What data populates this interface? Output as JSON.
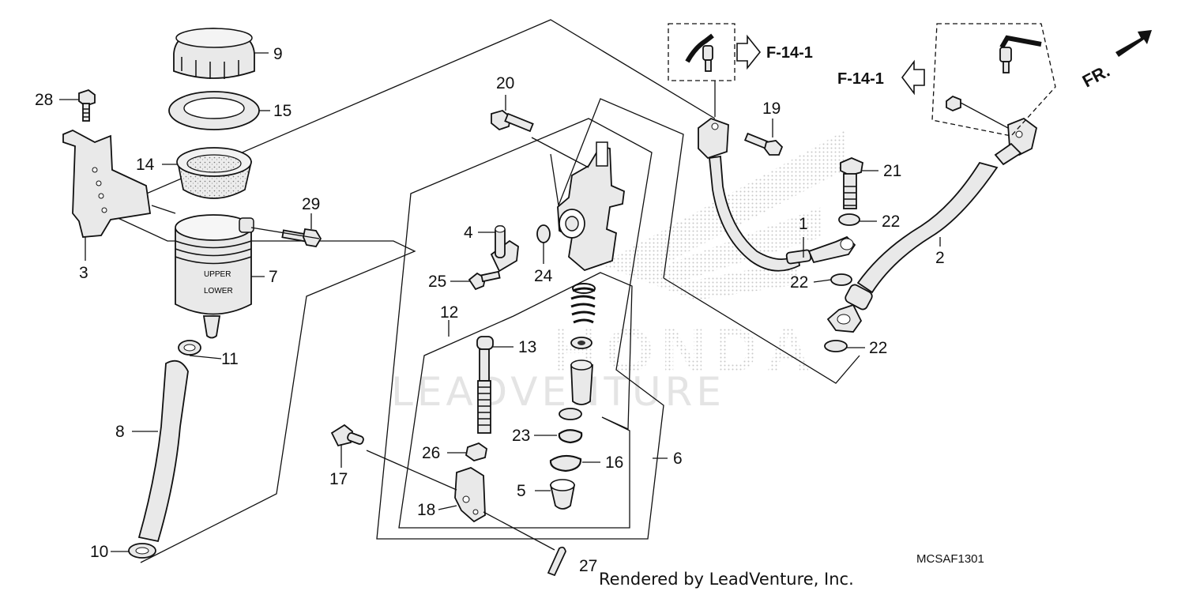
{
  "diagram_code": "MCSAF1301",
  "credit": "Rendered by LeadVenture, Inc.",
  "watermark": "LEADVENTURE",
  "watermark_brand": "HONDA",
  "front_label": "FR.",
  "refs": {
    "top": "F-14-1",
    "right": "F-14-1"
  },
  "cap_labels": {
    "upper": "UPPER",
    "lower": "LOWER"
  },
  "callouts": {
    "c1": "1",
    "c2": "2",
    "c3": "3",
    "c4": "4",
    "c5": "5",
    "c6": "6",
    "c7": "7",
    "c8": "8",
    "c9": "9",
    "c10": "10",
    "c11": "11",
    "c12": "12",
    "c13": "13",
    "c14": "14",
    "c15": "15",
    "c16": "16",
    "c17": "17",
    "c18": "18",
    "c19": "19",
    "c20": "20",
    "c21": "21",
    "c22a": "22",
    "c22b": "22",
    "c22c": "22",
    "c23": "23",
    "c24": "24",
    "c25": "25",
    "c26": "26",
    "c27": "27",
    "c28": "28",
    "c29": "29"
  }
}
